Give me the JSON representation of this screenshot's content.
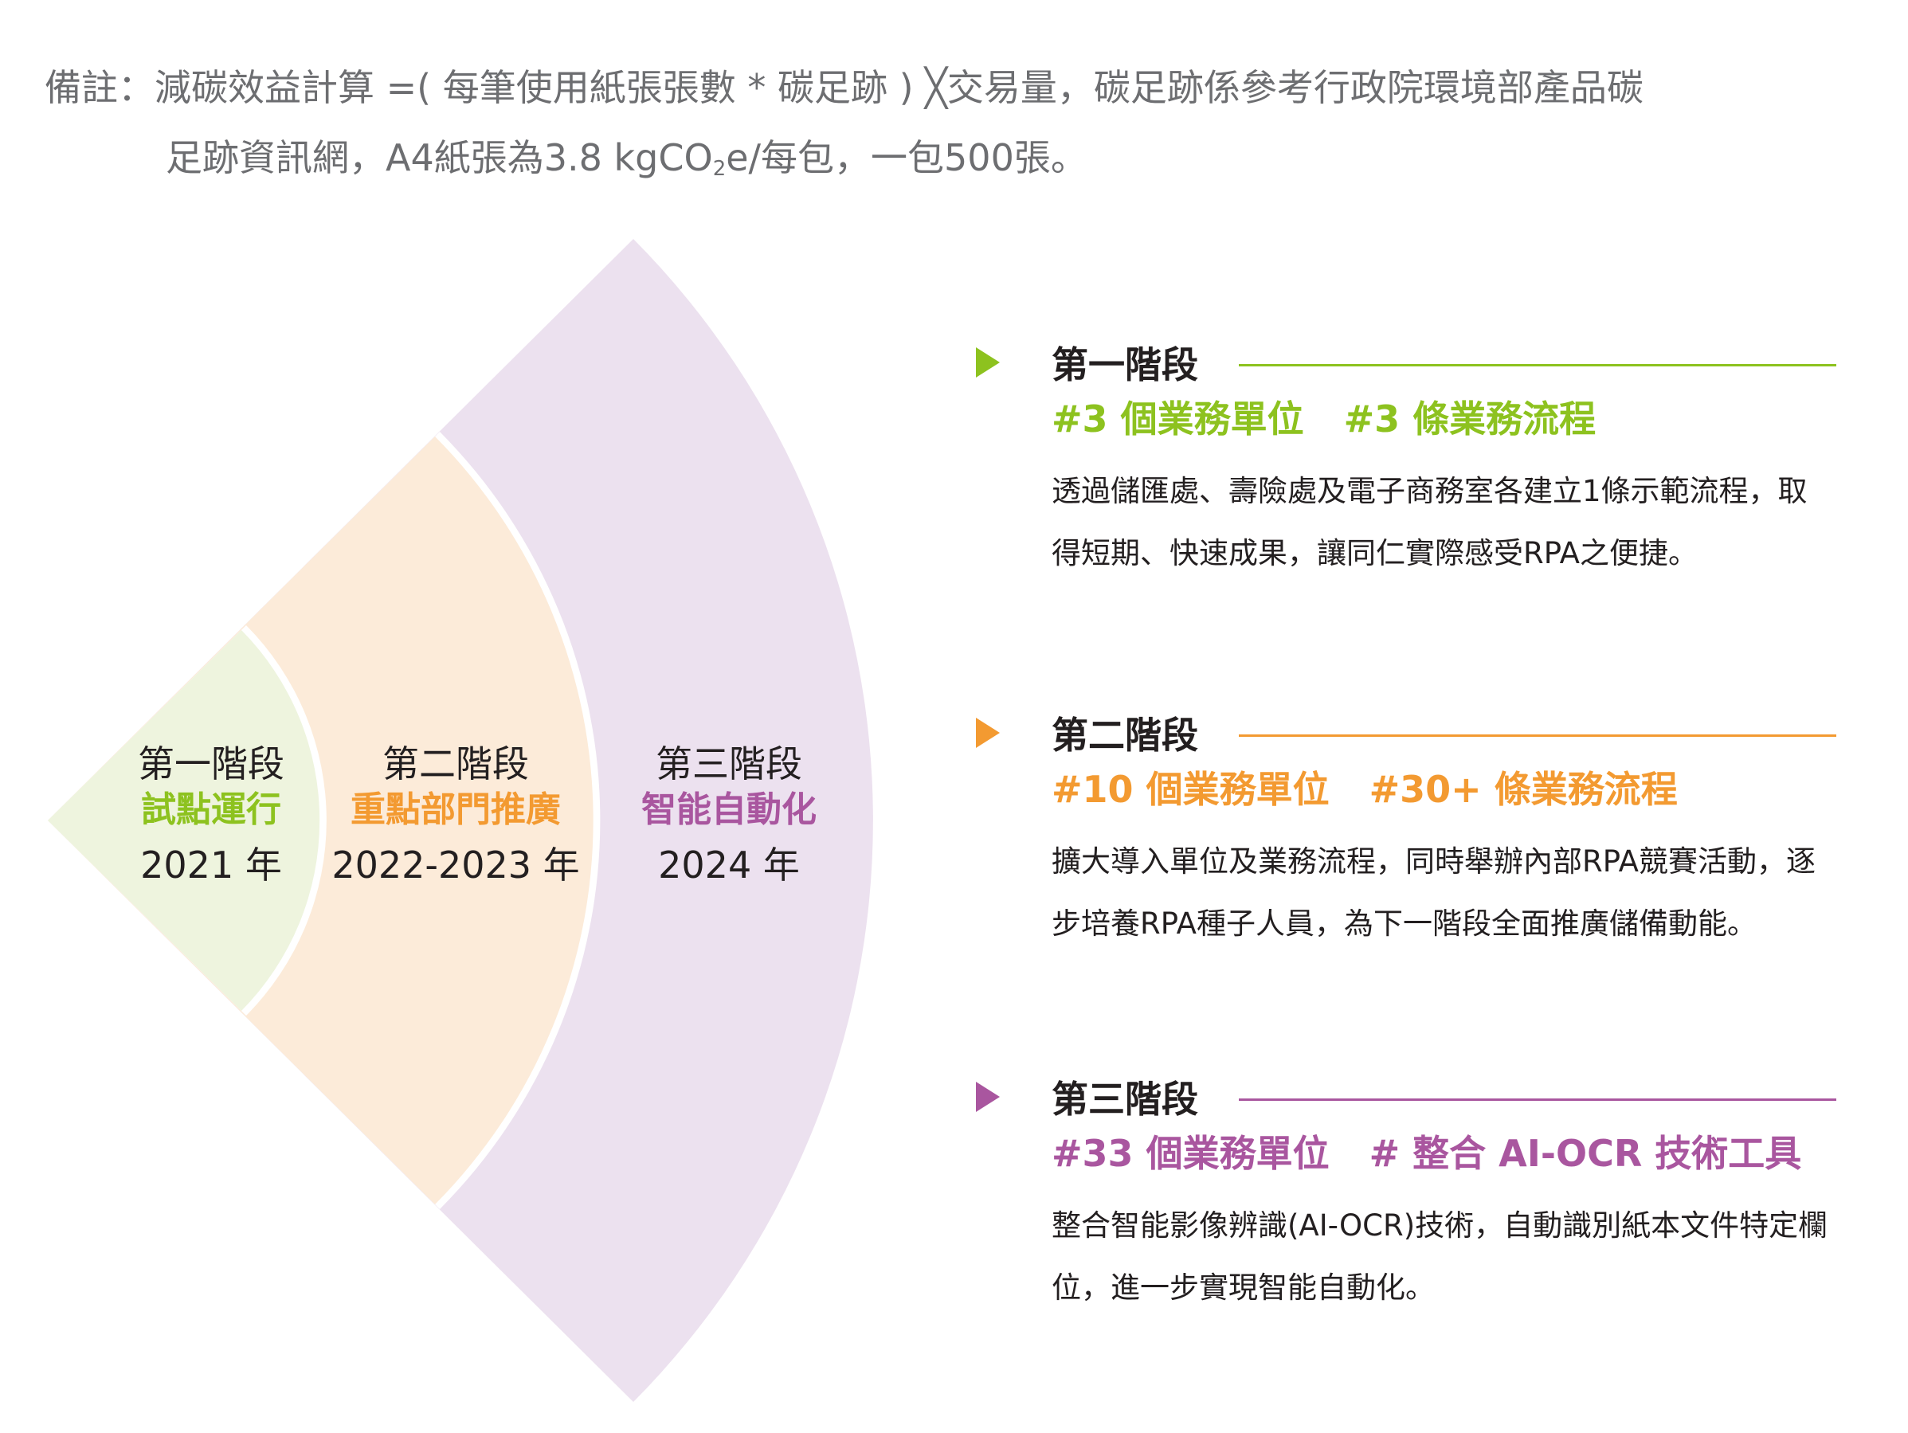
{
  "note": {
    "line1": "備註：減碳效益計算 =( 每筆使用紙張張數 * 碳足跡 ) ╳交易量，碳足跡係參考行政院環境部產品碳",
    "line2_pre": "足跡資訊網，A4紙張為3.8   kgCO",
    "line2_sub": "2",
    "line2_post": "e/每包，一包500張。"
  },
  "colors": {
    "green": "#8dc21f",
    "orange": "#f39a31",
    "purple": "#a9569f",
    "green_fill": "#eef4de",
    "orange_fill": "#fcebd9",
    "purple_fill": "#ece1ef"
  },
  "fan_stages": [
    {
      "title": "第一階段",
      "subtitle": "試點運行",
      "year": "2021 年"
    },
    {
      "title": "第二階段",
      "subtitle": "重點部門推廣",
      "year": "2022-2023 年"
    },
    {
      "title": "第三階段",
      "subtitle": "智能自動化",
      "year": "2024 年"
    }
  ],
  "blocks": [
    {
      "title": "第一階段",
      "tag1": "#3 個業務單位",
      "tag2": "#3 條業務流程",
      "desc": "透過儲匯處、壽險處及電子商務室各建立1條示範流程，取得短期、快速成果，讓同仁實際感受RPA之便捷。"
    },
    {
      "title": "第二階段",
      "tag1": "#10 個業務單位",
      "tag2": "#30+ 條業務流程",
      "desc": "擴大導入單位及業務流程，同時舉辦內部RPA競賽活動，逐步培養RPA種子人員，為下一階段全面推廣儲備動能。"
    },
    {
      "title": "第三階段",
      "tag1": "#33 個業務單位",
      "tag2": "# 整合 AI-OCR 技術工具",
      "desc": "整合智能影像辨識(AI-OCR)技術，自動識別紙本文件特定欄位，進一步實現智能自動化。"
    }
  ]
}
